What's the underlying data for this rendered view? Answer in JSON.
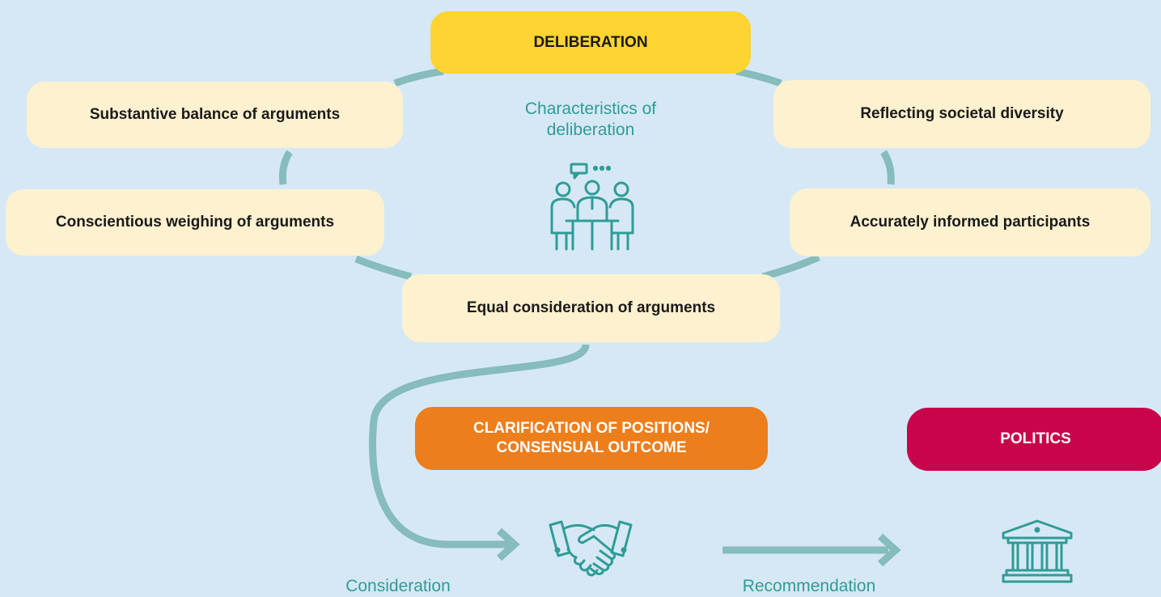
{
  "deliberation": {
    "title": "DELIBERATION",
    "subtitle": "Characteristics of deliberation",
    "characteristics": [
      "Substantive balance of arguments",
      "Reflecting societal diversity",
      "Conscientious weighing of arguments",
      "Accurately informed participants",
      "Equal consideration of arguments"
    ]
  },
  "outcome": {
    "title_line1": "CLARIFICATION OF POSITIONS/",
    "title_line2": "CONSENSUAL OUTCOME"
  },
  "politics": {
    "title": "POLITICS"
  },
  "flow": {
    "consideration_label": "Consideration",
    "recommendation_label": "Recommendation"
  },
  "icons": [
    "meeting-icon",
    "handshake-icon",
    "government-building-icon"
  ],
  "colors": {
    "background": "#d6e8f5",
    "connector": "#86bcbb",
    "teal_text": "#2f9c97",
    "pill_light": "#fdf1cf",
    "pill_yellow": "#fdd431",
    "pill_orange": "#ec7e1c",
    "pill_red": "#c8054b"
  }
}
